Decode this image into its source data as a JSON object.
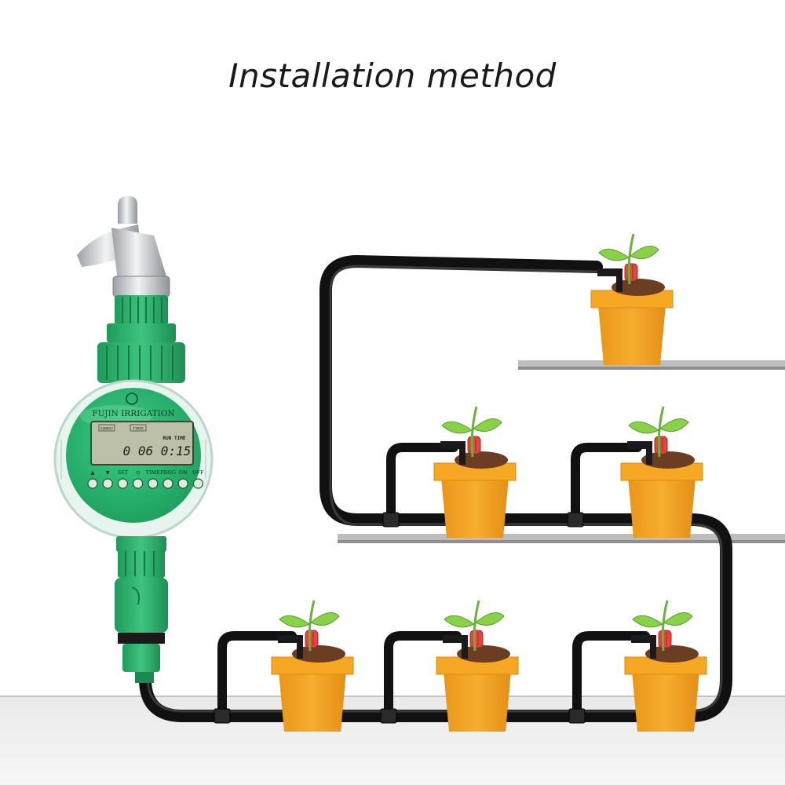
{
  "title": "Installation method",
  "timer": {
    "brand": "FUJIN  IRRIGATION",
    "lcd_chip_1": "SUNDAY",
    "lcd_chip_2": "TIMER",
    "lcd_run_label": "RUN TIME",
    "lcd_time": "0 06 0:15",
    "buttons": [
      "▲",
      "▼",
      "SET",
      "◷",
      "TIME",
      "PROG",
      "ON",
      "OFF"
    ]
  },
  "colors": {
    "timer_green": "#27b06a",
    "pot_orange": "#f5a623",
    "tube": "#111111",
    "dripper_red": "#e2473f",
    "plant_green": "#7ac943",
    "shelf_gray": "#9a9a9a"
  },
  "plants": [
    {
      "name": "plant-top"
    },
    {
      "name": "plant-middle-left"
    },
    {
      "name": "plant-middle-right"
    },
    {
      "name": "plant-bottom-left"
    },
    {
      "name": "plant-bottom-middle"
    },
    {
      "name": "plant-bottom-right"
    }
  ]
}
